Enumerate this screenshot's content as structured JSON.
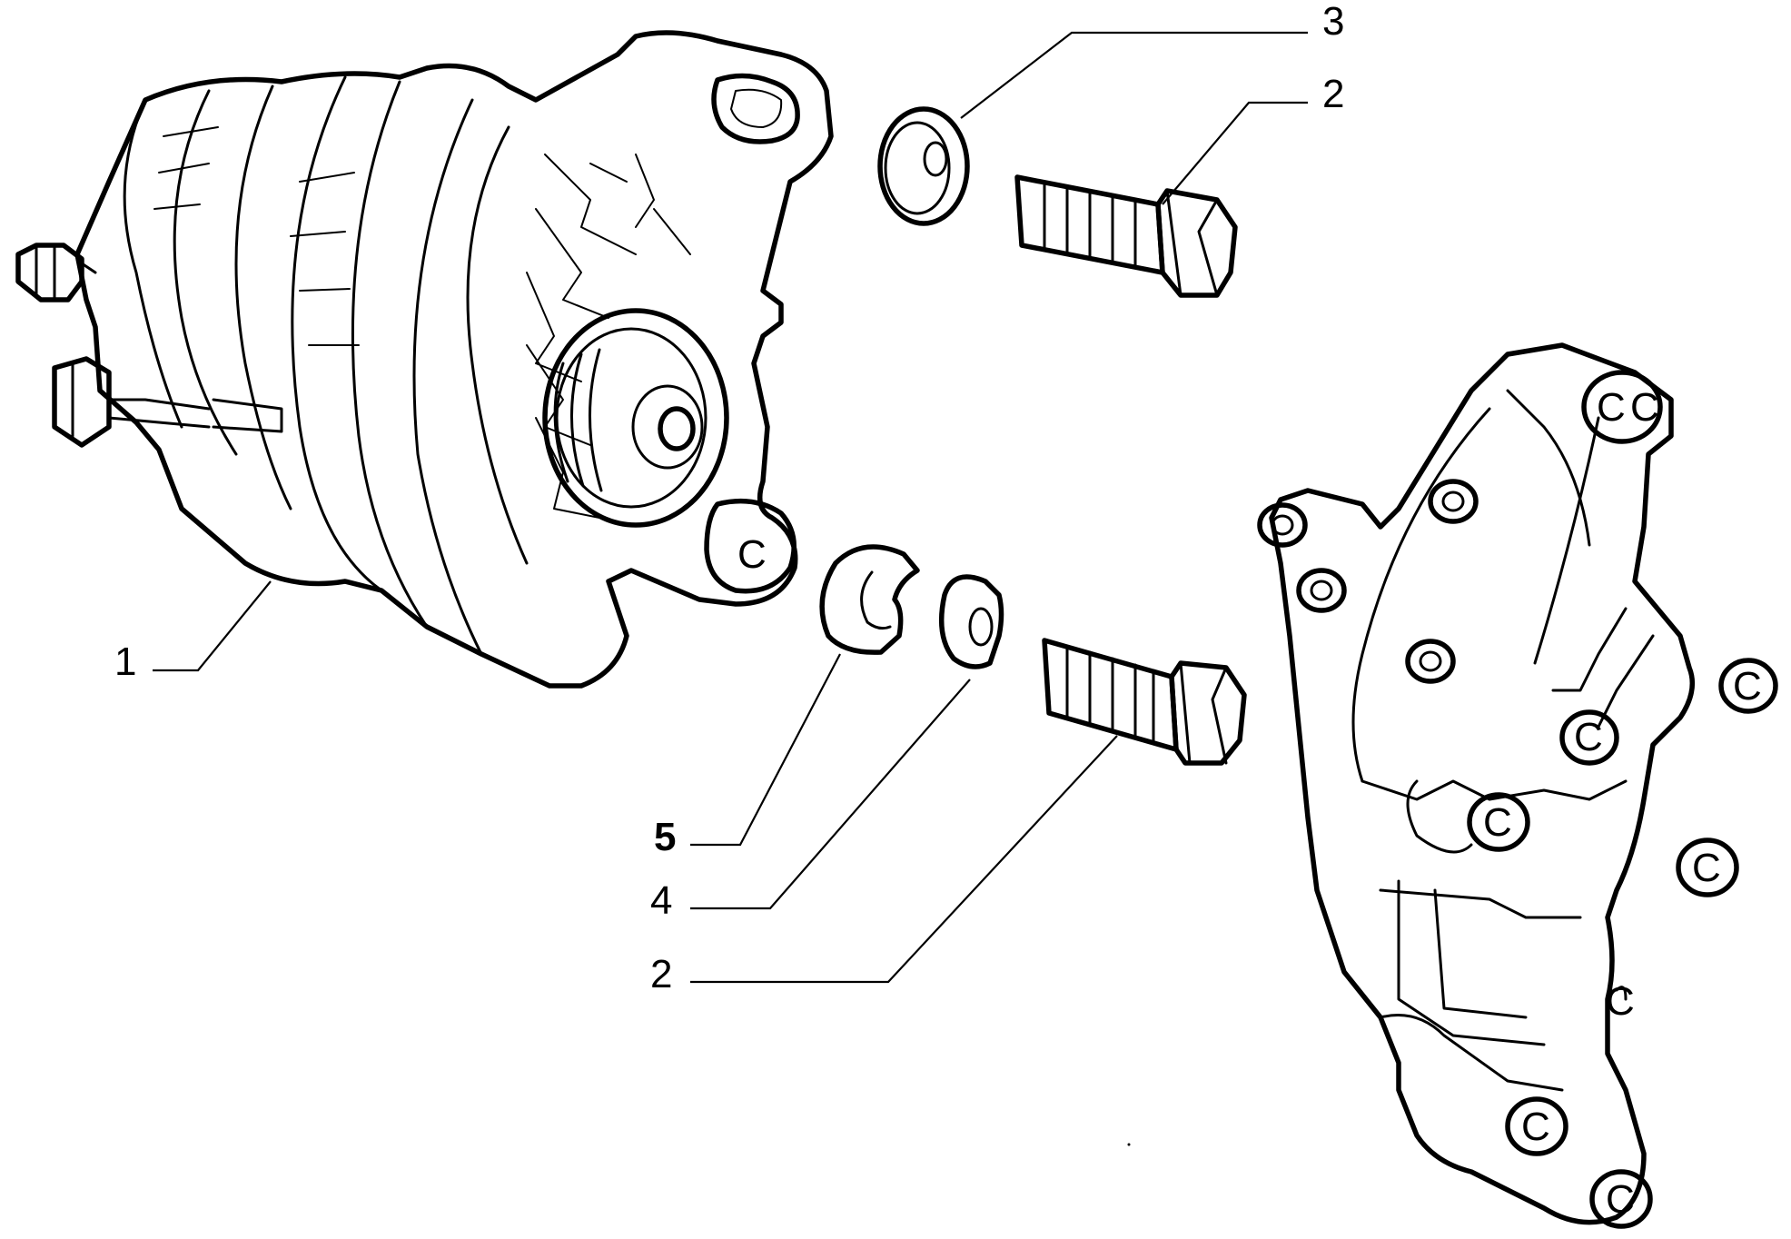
{
  "callouts": [
    {
      "id": "c1",
      "number": "1"
    },
    {
      "id": "c2a",
      "number": "2"
    },
    {
      "id": "c2b",
      "number": "2"
    },
    {
      "id": "c3",
      "number": "3"
    },
    {
      "id": "c4",
      "number": "4"
    },
    {
      "id": "c5",
      "number": "5"
    }
  ]
}
